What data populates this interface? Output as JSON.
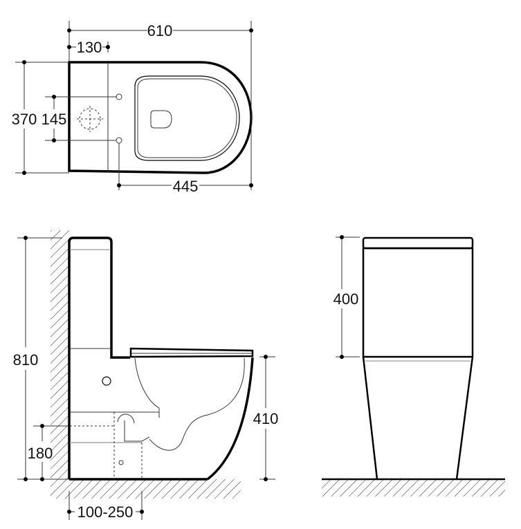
{
  "title": "Close-coupled toilet dimension drawing",
  "top_view": {
    "overall_length": "610",
    "tank_depth": "130",
    "overall_width": "370",
    "fixing_hole_spacing": "145",
    "hole_to_front": "445"
  },
  "side_view": {
    "overall_height": "810",
    "outlet_height": "180",
    "seat_height": "410",
    "outlet_distance": "100-250"
  },
  "front_view": {
    "tank_height": "400"
  },
  "colors": {
    "line": "#000000",
    "background": "#ffffff"
  }
}
